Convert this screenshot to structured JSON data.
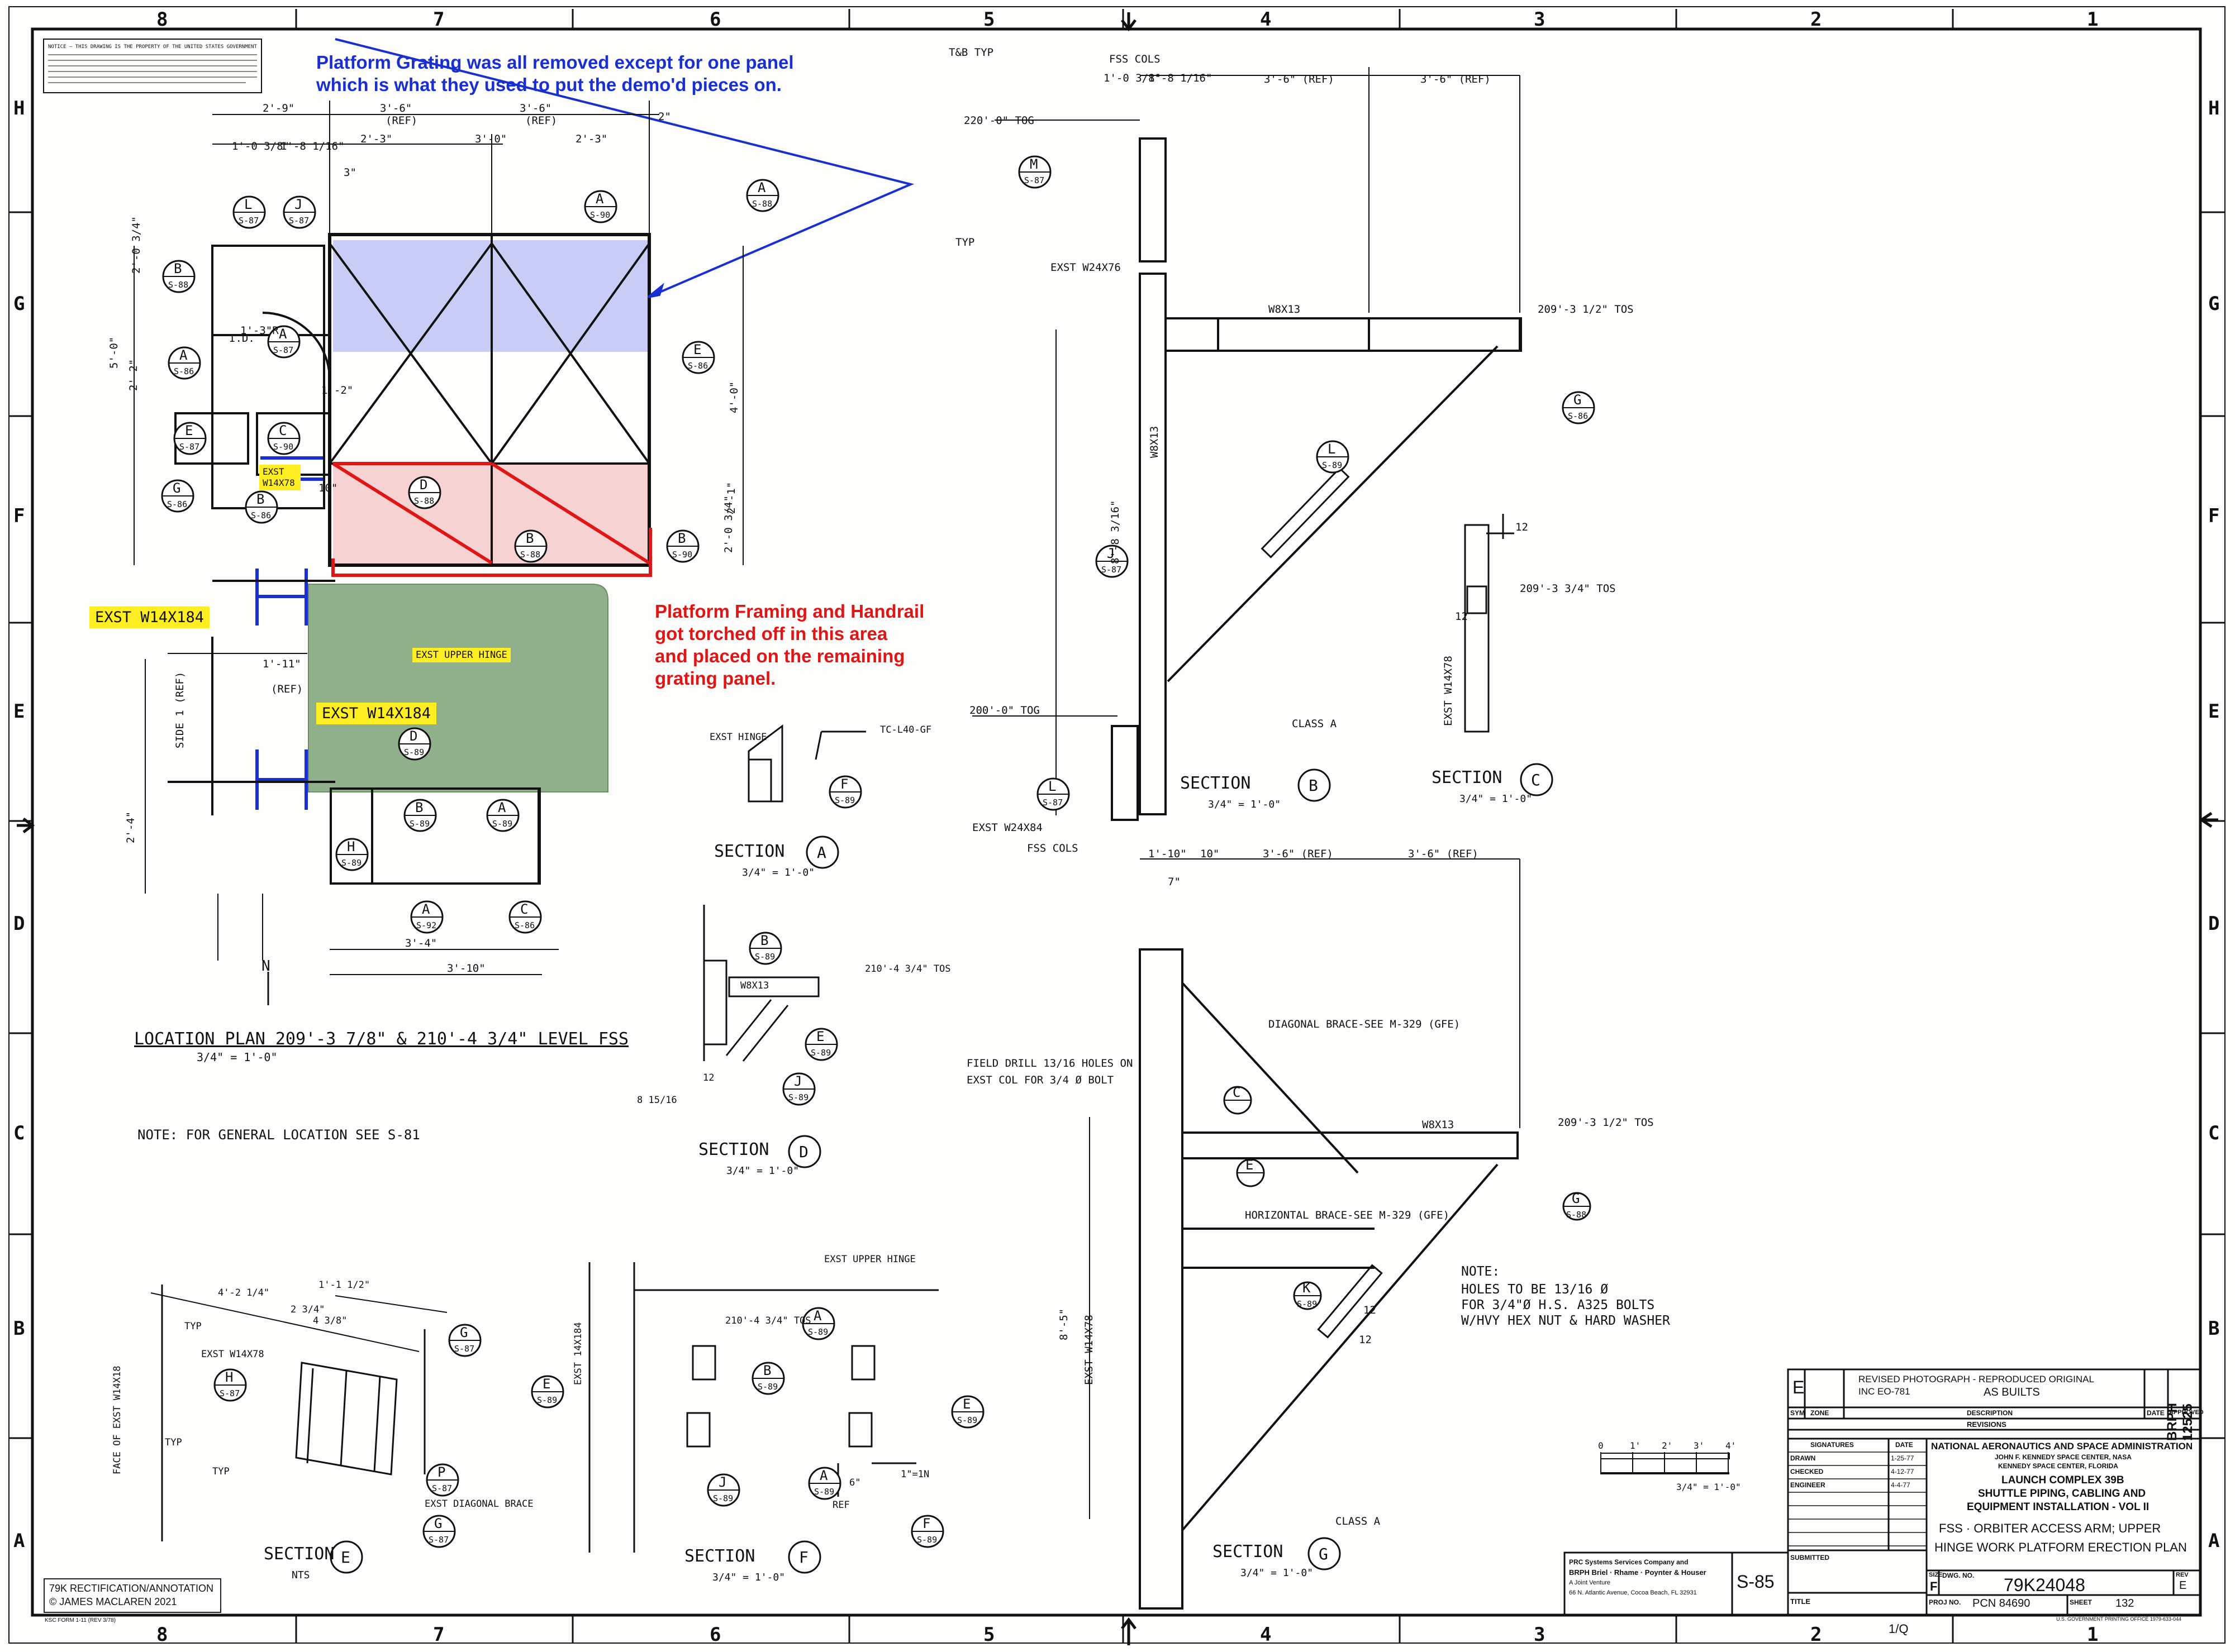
{
  "border": {
    "top_zones": [
      "8",
      "7",
      "6",
      "5",
      "4",
      "3",
      "2",
      "1"
    ],
    "side_zones": [
      "H",
      "G",
      "F",
      "E",
      "D",
      "C",
      "B",
      "A"
    ]
  },
  "notice_text": "NOTICE — THIS DRAWING IS THE PROPERTY OF THE UNITED STATES GOVERNMENT",
  "annotations": {
    "grating_note": [
      "Platform Grating was all removed except for one panel",
      "which is what they used to put the demo'd pieces on."
    ],
    "torched_note": [
      "Platform Framing and Handrail",
      "got torched off in this area",
      "and placed on the remaining",
      "grating panel."
    ],
    "tags": {
      "exst_w14x184_left": "EXST W14X184",
      "exst_w14x184_mid": "EXST W14X184",
      "exst_upper_hinge": "EXST UPPER HINGE",
      "exst_w14x78_small": "EXST W14X78"
    }
  },
  "plan": {
    "title": "LOCATION PLAN 209'-3 7/8\" & 210'-4 3/4\" LEVEL FSS",
    "scale": "3/4\" = 1'-0\"",
    "note": "NOTE: FOR GENERAL LOCATION SEE S-81",
    "dims": [
      "2'-9\"",
      "3'-6\"",
      "3'-6\"",
      "2\"",
      "(REF)",
      "(REF)",
      "2'-3\"",
      "3'-0\"",
      "2'-3\"",
      "1'-0 3/8\"",
      "1'-8 1/16\"",
      "3\"",
      "5'-0\"",
      "2'-2\"",
      "2'-0 3/4\"",
      "4'-0\"",
      "2'-1\"",
      "2'-0 3/4\"",
      "1'-11\"",
      "(REF)",
      "SIDE 1 (REF)",
      "2'-4\"",
      "3'-4\"",
      "3'-10\"",
      "1'-2\"",
      "1'-3\"R",
      "I.D.",
      "10\""
    ],
    "callouts": [
      {
        "l": "A",
        "s": "S-88"
      },
      {
        "l": "A",
        "s": "S-90"
      },
      {
        "l": "L",
        "s": "S-87"
      },
      {
        "l": "J",
        "s": "S-87"
      },
      {
        "l": "B",
        "s": "S-88"
      },
      {
        "l": "A",
        "s": "S-87"
      },
      {
        "l": "A",
        "s": "S-86"
      },
      {
        "l": "E",
        "s": "S-86"
      },
      {
        "l": "E",
        "s": "S-87"
      },
      {
        "l": "C",
        "s": "S-90"
      },
      {
        "l": "G",
        "s": "S-86"
      },
      {
        "l": "B",
        "s": "S-86"
      },
      {
        "l": "D",
        "s": "S-88"
      },
      {
        "l": "B",
        "s": "S-88"
      },
      {
        "l": "B",
        "s": "S-90"
      },
      {
        "l": "D",
        "s": "S-89"
      },
      {
        "l": "B",
        "s": "S-89"
      },
      {
        "l": "A",
        "s": "S-89"
      },
      {
        "l": "H",
        "s": "S-89"
      },
      {
        "l": "A",
        "s": "S-92"
      },
      {
        "l": "C",
        "s": "S-86"
      }
    ],
    "north": "N"
  },
  "sections": {
    "a": {
      "title": "SECTION",
      "letter": "A",
      "scale": "3/4\" = 1'-0\"",
      "labels": [
        "EXST HINGE",
        "TC-L40-GF"
      ],
      "callout": {
        "l": "F",
        "s": "S-89"
      }
    },
    "b": {
      "title": "SECTION",
      "letter": "B",
      "scale": "3/4\" = 1'-0\"",
      "labels": [
        "FSS COLS",
        "T&B TYP",
        "TYP",
        "EXST W24X76",
        "W8X13",
        "W8X13",
        "8'-8 3/16\"",
        "EXST W24X84",
        "FSS COLS",
        "CLASS A",
        "220'-0\" TOG",
        "200'-0\" TOG",
        "209'-3 1/2\" TOS",
        "1'-0 3/8\"",
        "1'-8 1/16\"",
        "3'-6\" (REF)",
        "3'-6\" (REF)"
      ],
      "callouts": [
        {
          "l": "M",
          "s": "S-87"
        },
        {
          "l": "G",
          "s": "S-86"
        },
        {
          "l": "L",
          "s": "S-89"
        },
        {
          "l": "J",
          "s": "S-87"
        },
        {
          "l": "L",
          "s": "S-87"
        }
      ]
    },
    "c": {
      "title": "SECTION",
      "letter": "C",
      "scale": "3/4\" = 1'-0\"",
      "labels": [
        "209'-3 3/4\" TOS",
        "EXST W14X78",
        "12",
        "12"
      ]
    },
    "d": {
      "title": "SECTION",
      "letter": "D",
      "scale": "3/4\" = 1'-0\"",
      "labels": [
        "W8X13",
        "210'-4 3/4\" TOS",
        "8 15/16",
        "12"
      ],
      "callouts": [
        {
          "l": "B",
          "s": "S-89"
        },
        {
          "l": "E",
          "s": "S-89"
        },
        {
          "l": "J",
          "s": "S-89"
        }
      ]
    },
    "e": {
      "title": "SECTION",
      "letter": "E",
      "scale": "NTS",
      "labels": [
        "4'-2 1/4\"",
        "1'-1 1/2\"",
        "2 3/4\"",
        "4 3/8\"",
        "TYP",
        "EXST W14X78",
        "FACE OF EXST W14X18",
        "TYP",
        "TYP",
        "EXST DIAGONAL BRACE"
      ],
      "callouts": [
        {
          "l": "G",
          "s": "S-87"
        },
        {
          "l": "H",
          "s": "S-87"
        },
        {
          "l": "P",
          "s": "S-87"
        },
        {
          "l": "G",
          "s": "S-87"
        }
      ]
    },
    "f": {
      "title": "SECTION",
      "letter": "F",
      "scale": "3/4\" = 1'-0\"",
      "labels": [
        "EXST UPPER HINGE",
        "EXST 14X184",
        "210'-4 3/4\" TOS",
        "6\"",
        "REF",
        "1\"=1N"
      ],
      "callouts": [
        {
          "l": "A",
          "s": "S-89"
        },
        {
          "l": "B",
          "s": "S-89"
        },
        {
          "l": "E",
          "s": "S-89"
        },
        {
          "l": "E",
          "s": "S-89"
        },
        {
          "l": "J",
          "s": "S-89"
        },
        {
          "l": "A",
          "s": "S-89"
        },
        {
          "l": "F",
          "s": "S-89"
        }
      ]
    },
    "g": {
      "title": "SECTION",
      "letter": "G",
      "scale": "3/4\" = 1'-0\"",
      "labels": [
        "1'-10\"",
        "10\"",
        "3'-6\" (REF)",
        "3'-6\" (REF)",
        "7\"",
        "DIAGONAL BRACE-SEE M-329 (GFE)",
        "FIELD DRILL 13/16 HOLES ON",
        "EXST COL FOR 3/4 Ø BOLT",
        "W8X13",
        "209'-3 1/2\" TOS",
        "HORIZONTAL BRACE-SEE M-329 (GFE)",
        "EXST W14X78",
        "8'-5\"",
        "CLASS A",
        "12",
        "12"
      ],
      "callouts": [
        {
          "l": "C",
          "s": ""
        },
        {
          "l": "E",
          "s": ""
        },
        {
          "l": "G",
          "s": "S-88"
        },
        {
          "l": "K",
          "s": "S-89"
        }
      ]
    }
  },
  "general_note": [
    "NOTE:",
    "HOLES TO BE 13/16 Ø",
    "FOR 3/4\"Ø H.S. A325 BOLTS",
    "W/HVY HEX NUT & HARD WASHER"
  ],
  "scale_bar": {
    "ticks": [
      "0",
      "1'",
      "2'",
      "3'",
      "4'"
    ],
    "label": "3/4\" = 1'-0\""
  },
  "title_block": {
    "rev": {
      "letter": "E",
      "line1": "REVISED PHOTOGRAPH - REPRODUCED ORIGINAL",
      "line2": "INC EO-781",
      "line3": "AS BUILTS"
    },
    "rev_headers": [
      "SYM",
      "ZONE",
      "DESCRIPTION",
      "DATE",
      "APPROVED"
    ],
    "revisions_label": "REVISIONS",
    "sig_headers": [
      "SIGNATURES",
      "DATE"
    ],
    "sig_rows": [
      "DRAWN",
      "CHECKED",
      "ENGINEER",
      "",
      "",
      ""
    ],
    "sig_dates": [
      "1-25-77",
      "4-12-77",
      "4-4-77",
      "",
      "",
      ""
    ],
    "submitted": "SUBMITTED",
    "agency": "NATIONAL AERONAUTICS AND SPACE ADMINISTRATION",
    "agency2": "JOHN F. KENNEDY SPACE CENTER, NASA",
    "agency3": "KENNEDY SPACE CENTER, FLORIDA",
    "project1": "LAUNCH COMPLEX 39B",
    "project2": "SHUTTLE PIPING, CABLING AND",
    "project3": "EQUIPMENT INSTALLATION - VOL II",
    "title1": "FSS · ORBITER ACCESS ARM; UPPER",
    "title2": "HINGE WORK PLATFORM ERECTION PLAN",
    "size_label": "SIZE",
    "size": "F",
    "dwg_label": "DWG. NO.",
    "dwg_no": "79K24048",
    "rev_label": "REV",
    "rev_val": "E",
    "proj_label": "PROJ NO.",
    "pcn": "PCN 84690",
    "sheet_label": "SHEET",
    "sheet": "132",
    "sheet_id": "S-85",
    "title_label": "TITLE",
    "firm1": "PRC Systems Services Company and",
    "firm2": "BRPH Briel · Rhame · Poynter & Houser",
    "firm3": "A Joint Venture",
    "firm4": "66 N. Atlantic Avenue, Cocoa Beach, FL 32931",
    "side_stamp": "BRPH 12525",
    "printing": "U.S. GOVERNMENT PRINTING OFFICE 1979-633-044",
    "ksc_form": "KSC FORM 1-11 (REV 3/78)",
    "page_mark": "1/Q"
  },
  "copyright": {
    "line1": "79K RECTIFICATION/ANNOTATION",
    "line2": "© JAMES MACLAREN 2021"
  },
  "colors": {
    "annotation_blue": "#1a2fd0",
    "annotation_red": "#e01515",
    "grating_fill": "#c9cdf5",
    "torched_fill": "#f7d2d2",
    "green_area": "#8fb08a",
    "tag_yellow": "#ffee22"
  }
}
